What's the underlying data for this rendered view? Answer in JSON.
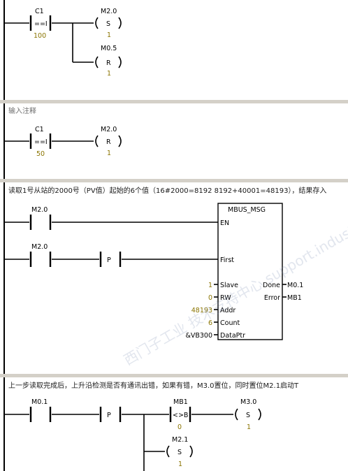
{
  "network1": {
    "contact": {
      "address": "C1",
      "op": "==I",
      "value": "100"
    },
    "coil_set": {
      "address": "M2.0",
      "type": "S",
      "n": "1"
    },
    "coil_reset": {
      "address": "M0.5",
      "type": "R",
      "n": "1"
    }
  },
  "network2": {
    "comment": "输入注释",
    "contact": {
      "address": "C1",
      "op": "==I",
      "value": "50"
    },
    "coil_reset": {
      "address": "M2.0",
      "type": "R",
      "n": "1"
    }
  },
  "network3": {
    "comment": "读取1号从站的2000号（PV值）起始的6个值（16#2000=8192  8192+40001=48193），结果存入",
    "contact_en": {
      "address": "M2.0"
    },
    "contact_first": {
      "address": "M2.0",
      "edge": "P"
    },
    "block": {
      "title": "MBUS_MSG",
      "en": "EN",
      "first": "First",
      "slave": {
        "pin": "Slave",
        "value": "1"
      },
      "rw": {
        "pin": "RW",
        "value": "0"
      },
      "addr": {
        "pin": "Addr",
        "value": "48193"
      },
      "count": {
        "pin": "Count",
        "value": "6"
      },
      "dataptr": {
        "pin": "DataPtr",
        "value": "&VB300"
      },
      "done": {
        "pin": "Done",
        "value": "M0.1"
      },
      "error": {
        "pin": "Error",
        "value": "MB1"
      }
    }
  },
  "network4": {
    "comment": "上一步读取完成后，上升沿检测是否有通讯出错，如果有错，M3.0置位，同时置位M2.1启动T",
    "contact": {
      "address": "M0.1",
      "edge": "P"
    },
    "compare": {
      "address": "MB1",
      "op": "<>B",
      "value": "0"
    },
    "coil_set1": {
      "address": "M3.0",
      "type": "S",
      "n": "1"
    },
    "coil_set2": {
      "address": "M2.1",
      "type": "S",
      "n": "1"
    }
  },
  "watermark": "西门子工业  技术支持中心  support.industry.siemens.com/cs"
}
